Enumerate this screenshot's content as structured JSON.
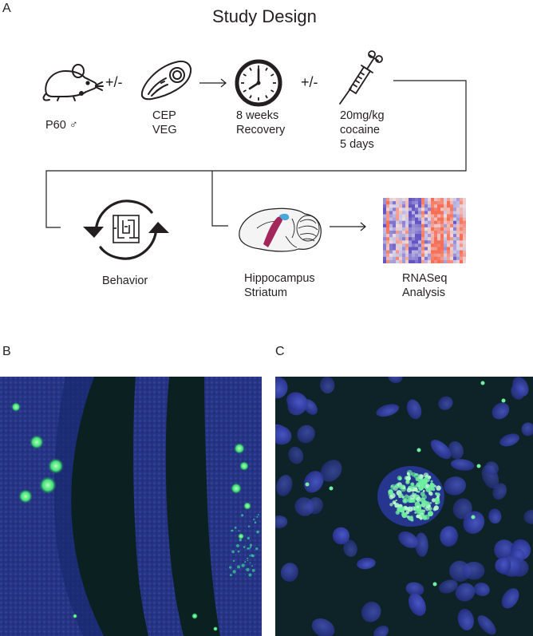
{
  "panels": {
    "a": "A",
    "b": "B",
    "c": "C"
  },
  "title": "Study Design",
  "steps": {
    "mouse": "P60 ♂",
    "op1": "+/-",
    "parasite": "CEP\nVEG",
    "recovery": "8 weeks\nRecovery",
    "op2": "+/-",
    "cocaine": "20mg/kg\ncocaine\n5 days",
    "behavior": "Behavior",
    "tissue": "Hippocampus\nStriatum",
    "rnaseq": "RNASeq\nAnalysis"
  },
  "icons": {
    "mouse": "mouse-icon",
    "parasite": "parasite-cell-icon",
    "clock": "clock-icon",
    "syringe": "syringe-icon",
    "maze": "maze-cycle-icon",
    "brain": "brain-icon",
    "heatmap": "heatmap-icon"
  },
  "colors": {
    "line": "#231f20",
    "striatum": "#a3275a",
    "hippocampus": "#4fa6d8",
    "nuclei": "#2d2f9e",
    "label_green": "#3ee07a"
  }
}
